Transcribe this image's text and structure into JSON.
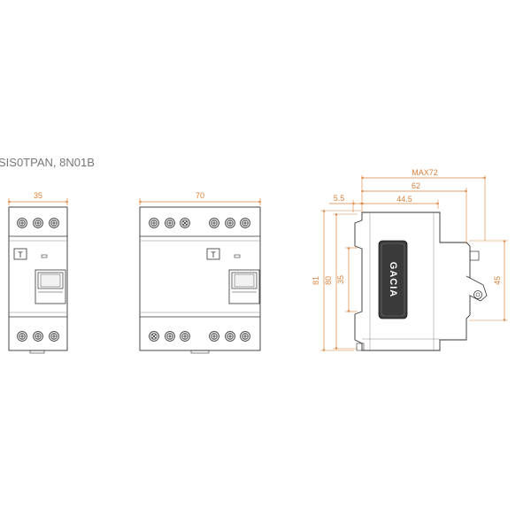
{
  "cut_text": "SIS0TPAN, 8N01B",
  "front_single": {
    "width_label": "35"
  },
  "front_double": {
    "width_label": "70"
  },
  "side": {
    "max_width_label": "MAX72",
    "width_62_label": "62",
    "width_44_5_label": "44.5",
    "offset_label": "5.5",
    "height_81_label": "81",
    "height_80_label": "80",
    "height_35_label": "35",
    "height_45_label": "45",
    "brand": "GACIA"
  },
  "test_button_label": "T",
  "colors": {
    "dimension": "#d9823b",
    "outline": "#333333",
    "brand_badge": "#3a3a3a"
  },
  "icons": [
    "terminal-screw-icon",
    "test-button-icon",
    "toggle-lever-icon",
    "brand-badge-icon"
  ]
}
